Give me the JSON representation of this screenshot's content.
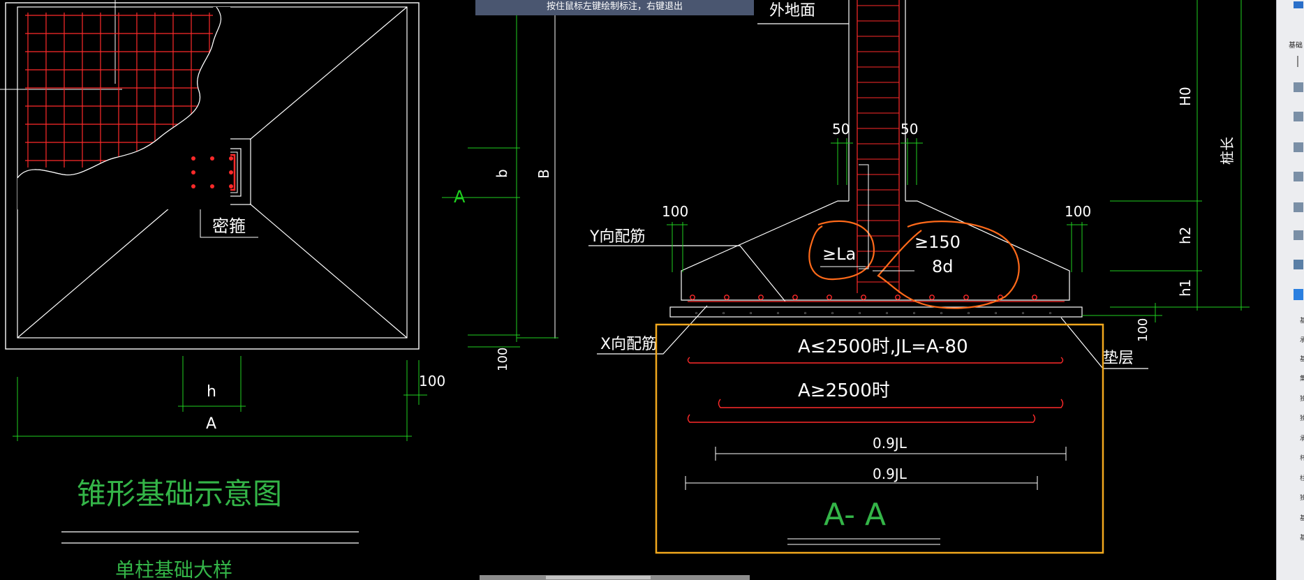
{
  "tooltip": {
    "text": "按住鼠标左键绘制标注，右键退出"
  },
  "plan": {
    "stirrup_label": "密箍",
    "dim_h": "h",
    "dim_a": "A",
    "dim_100": "100"
  },
  "mid": {
    "dim_b_small": "b",
    "dim_b_large": "B",
    "dim_a": "A",
    "dim_100": "100"
  },
  "section": {
    "ground_label": "外地面",
    "dim_50_left": "50",
    "dim_50_right": "50",
    "dim_100_left": "100",
    "dim_100_right": "100",
    "y_rebar": "Y向配筋",
    "x_rebar": "X向配筋",
    "la_note": "≥La",
    "note_150": "≥150",
    "note_8d": "8d",
    "cushion": "垫层",
    "dim_100_bottom": "100",
    "h0": "H0",
    "h1": "h1",
    "h2": "h2",
    "pile": "桩长"
  },
  "detail": {
    "rule1": "A≤2500时,JL=A-80",
    "rule2": "A≥2500时",
    "dim1": "0.9JL",
    "dim2": "0.9JL",
    "title": "A- A"
  },
  "titles": {
    "main": "锥形基础示意图",
    "sub": "单柱基础大样"
  },
  "right_panel": {
    "top_label": "基础",
    "chars": [
      "基",
      "承",
      "基",
      "集",
      "独",
      "独",
      "承",
      "杯",
      "柱",
      "独",
      "基",
      "基"
    ]
  },
  "colors": {
    "line": "#ffffff",
    "rebar": "#ff2a2a",
    "dim": "#1fd11f",
    "highlight": "#f2a81d",
    "markup": "#ff6a1a",
    "tooltip_bg": "#4a5670"
  }
}
